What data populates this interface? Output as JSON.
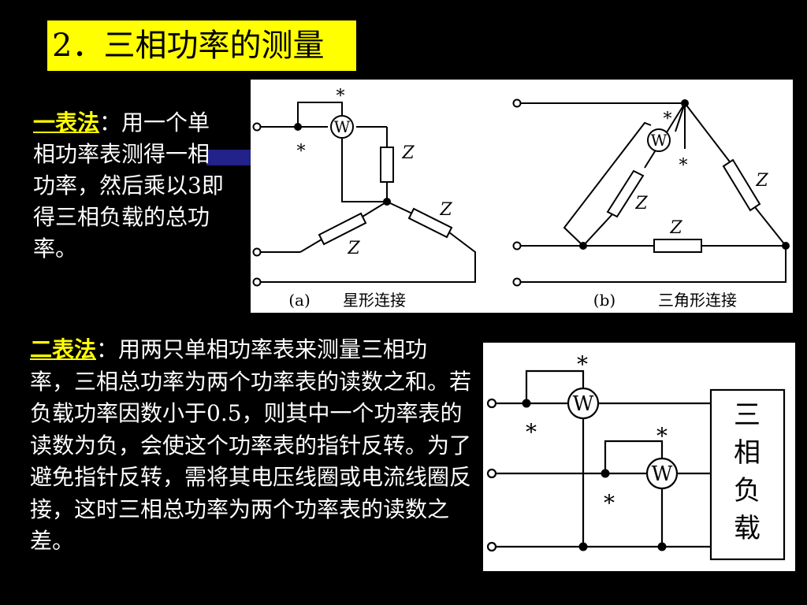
{
  "title": "2．三相功率的测量",
  "method1": {
    "keyword": "一表法",
    "text": "：用一个单相功率表测得一相功率，然后乘以3即得三相负载的总功率。"
  },
  "method2": {
    "keyword": "二表法",
    "text": "：用两只单相功率表来测量三相功率，三相总功率为两个功率表的读数之和。若负载功率因数小于0.5，则其中一个功率表的读数为负，会使这个功率表的指针反转。为了避免指针反转，需将其电压线圈或电流线圈反接，这时三相总功率为两个功率表的读数之差。"
  },
  "diagram_a": {
    "meter": "W",
    "star": "*",
    "impedance": "Z",
    "caption_tag": "(a)",
    "caption_text": "星形连接"
  },
  "diagram_b": {
    "meter": "W",
    "star": "*",
    "impedance": "Z",
    "caption_tag": "(b)",
    "caption_text": "三角形连接"
  },
  "diagram_c": {
    "meter": "W",
    "star": "*",
    "load_label": [
      "三",
      "相",
      "负",
      "载"
    ]
  }
}
